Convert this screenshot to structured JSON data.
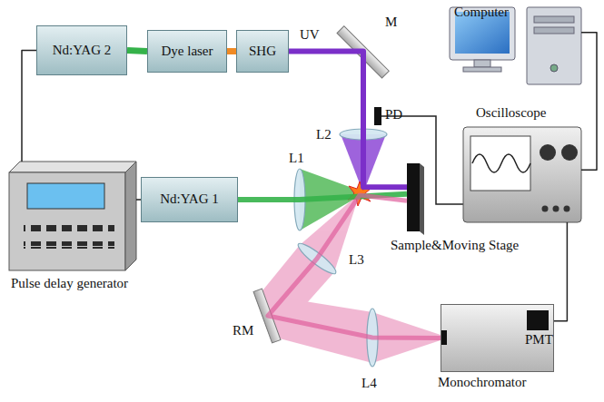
{
  "diagram": {
    "nodes": [
      {
        "text": [
          "Nd:YAG 2"
        ]
      },
      {
        "text": [
          "Dye laser"
        ]
      },
      {
        "text": [
          "SHG"
        ]
      },
      {
        "text": [
          "Computer"
        ]
      },
      {
        "text": [
          "Oscilloscope"
        ]
      },
      {
        "text": [
          "Nd:YAG 1"
        ]
      },
      {
        "text": [
          "Sample&Moving Stage"
        ]
      },
      {
        "text": [
          "Pulse delay generator"
        ]
      },
      {
        "text": [
          "Monochromator"
        ]
      }
    ],
    "edges": [
      {
        "from": 0,
        "to": 1,
        "arrow": "none"
      },
      {
        "from": 1,
        "to": 2,
        "arrow": "none"
      },
      {
        "from": 2,
        "to": 6,
        "arrow": "none"
      },
      {
        "from": 5,
        "to": 6,
        "arrow": "none"
      },
      {
        "from": 6,
        "to": 8,
        "arrow": "none"
      },
      {
        "from": 7,
        "to": 0,
        "arrow": "none"
      },
      {
        "from": 7,
        "to": 5,
        "arrow": "none"
      },
      {
        "from": 4,
        "to": 3,
        "arrow": "none"
      },
      {
        "from": 8,
        "to": 4,
        "arrow": "none"
      }
    ],
    "labels": [
      "UV",
      "M",
      "L2",
      "PD",
      "L1",
      "L3",
      "RM",
      "L4",
      "PMT"
    ]
  }
}
